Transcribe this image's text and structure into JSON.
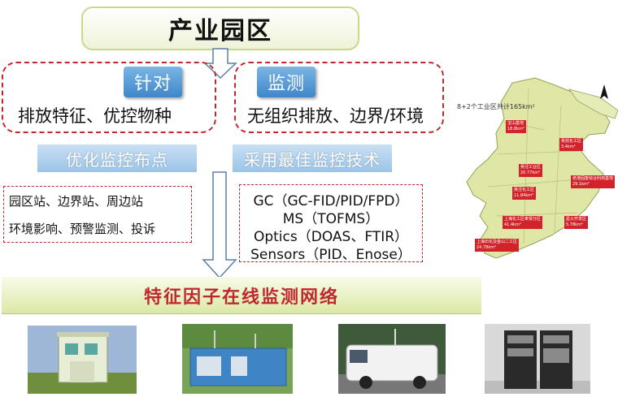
{
  "title": "产业园区",
  "left_box": {
    "tag": "针对",
    "text": "排放特征、优控物种"
  },
  "right_box": {
    "tag": "监测",
    "text": "无组织排放、边界/环境"
  },
  "band_left": "优化监控布点",
  "band_right": "采用最佳监控技术",
  "station_list": [
    "园区站、边界站、周边站",
    "环境影响、预警监测、投诉"
  ],
  "tech_list": [
    "GC（GC-FID/PID/FPD）",
    "MS（TOFMS）",
    "Optics（DOAS、FTIR）",
    "Sensors（PID、Enose）"
  ],
  "network_title": "特征因子在线监测网络",
  "map": {
    "title": "8+2个工业区共计165km²",
    "labels": [
      {
        "name": "宝山基地",
        "area": "18.8km²"
      },
      {
        "name": "吴淞化工区",
        "area": "3.4km²"
      },
      {
        "name": "吴泾工业区",
        "area": "20.77km²"
      },
      {
        "name": "吴泾化工区",
        "area": "11.84km²"
      },
      {
        "name": "老港固废综合利用基地",
        "area": "29.1km²"
      },
      {
        "name": "上海化工区奉贤分区",
        "area": "41.4km²"
      },
      {
        "name": "星火开发区",
        "area": "5.78km²"
      },
      {
        "name": "上海石化及金山二工区",
        "area": "24.78km²"
      }
    ]
  },
  "colors": {
    "accent_red": "#c0282f",
    "tag_blue": "#3f86c9",
    "band_blue": "#9cc4e8",
    "band_green": "#dbe8a6",
    "map_fill": "#dfe6a6"
  }
}
